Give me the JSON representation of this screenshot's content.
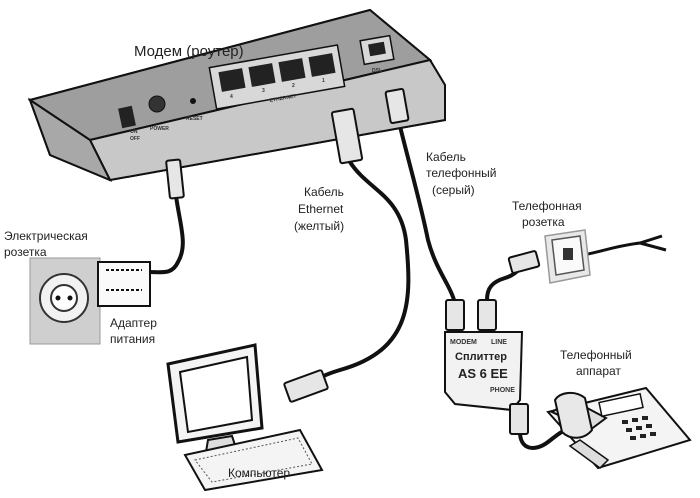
{
  "labels": {
    "modem_title": "Модем (роутер)",
    "socket_line1": "Электрическая",
    "socket_line2": "розетка",
    "adapter_line1": "Адаптер",
    "adapter_line2": "питания",
    "eth_cable_line1": "Кабель",
    "eth_cable_line2": "Ethernet",
    "eth_cable_line3": "(желтый)",
    "phone_cable_line1": "Кабель",
    "phone_cable_line2": "телефонный",
    "phone_cable_line3": "(серый)",
    "phone_socket_line1": "Телефонная",
    "phone_socket_line2": "розетка",
    "phone_line1": "Телефонный",
    "phone_line2": "аппарат",
    "computer": "Компьютер"
  },
  "splitter": {
    "modem_port": "MODEM",
    "line_port": "LINE",
    "name_line1": "Сплиттер",
    "name_line2": "AS 6 EE",
    "phone_port": "PHONE"
  },
  "modem_panel": {
    "on": "ON",
    "off": "OFF",
    "power": "POWER",
    "reset": "RESET",
    "ethernet": "ETHERNET",
    "dsl": "DSL",
    "port_numbers": [
      "4",
      "3",
      "2",
      "1"
    ]
  }
}
